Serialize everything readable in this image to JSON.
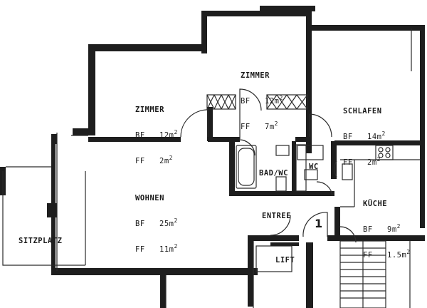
{
  "rooms": {
    "zimmer1": {
      "name": "ZIMMER",
      "bf_label": "BF",
      "bf_value": "12m",
      "ff_label": "FF",
      "ff_value": "2m",
      "sup": "2"
    },
    "zimmer2": {
      "name": "ZIMMER",
      "bf_label": "BF",
      "bf_value": "12m",
      "ff_label": "FF",
      "ff_value": "7m",
      "sup": "2"
    },
    "schlafen": {
      "name": "SCHLAFEN",
      "bf_label": "BF",
      "bf_value": "14m",
      "ff_label": "FF",
      "ff_value": "2m",
      "sup": "2"
    },
    "wohnen": {
      "name": "WOHNEN",
      "bf_label": "BF",
      "bf_value": "25m",
      "ff_label": "FF",
      "ff_value": "11m",
      "sup": "2"
    },
    "kueche": {
      "name": "KÜCHE",
      "bf_label": "BF",
      "bf_value": "9m",
      "ff_label": "FF",
      "ff_value": "1.5m",
      "sup": "2"
    }
  },
  "labels": {
    "bad_wc": "BAD/WC",
    "wc": "WC",
    "entree": "ENTREE",
    "lift": "LIFT",
    "sitzplatz": "SITZPLATZ",
    "unit_number": "1"
  },
  "colors": {
    "wall": "#1e1e1e",
    "line": "#2a2a2a",
    "background": "#ffffff"
  }
}
